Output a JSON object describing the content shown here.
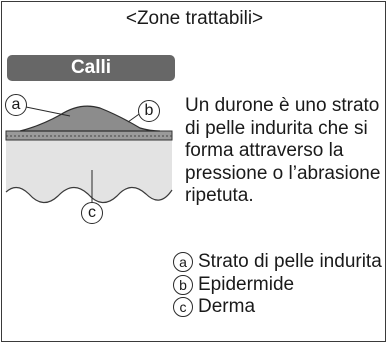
{
  "title": "<Zone trattabili>",
  "badge": "Calli",
  "diagram": {
    "label_a": "a",
    "label_b": "b",
    "label_c": "c"
  },
  "description": "Un durone è uno strato di pelle indurita che si forma attraverso la pressione o l’abrasione ripetuta.",
  "legend": [
    {
      "marker": "a",
      "text": "Strato di pelle indurita"
    },
    {
      "marker": "b",
      "text": "Epidermide"
    },
    {
      "marker": "c",
      "text": "Derma"
    }
  ]
}
